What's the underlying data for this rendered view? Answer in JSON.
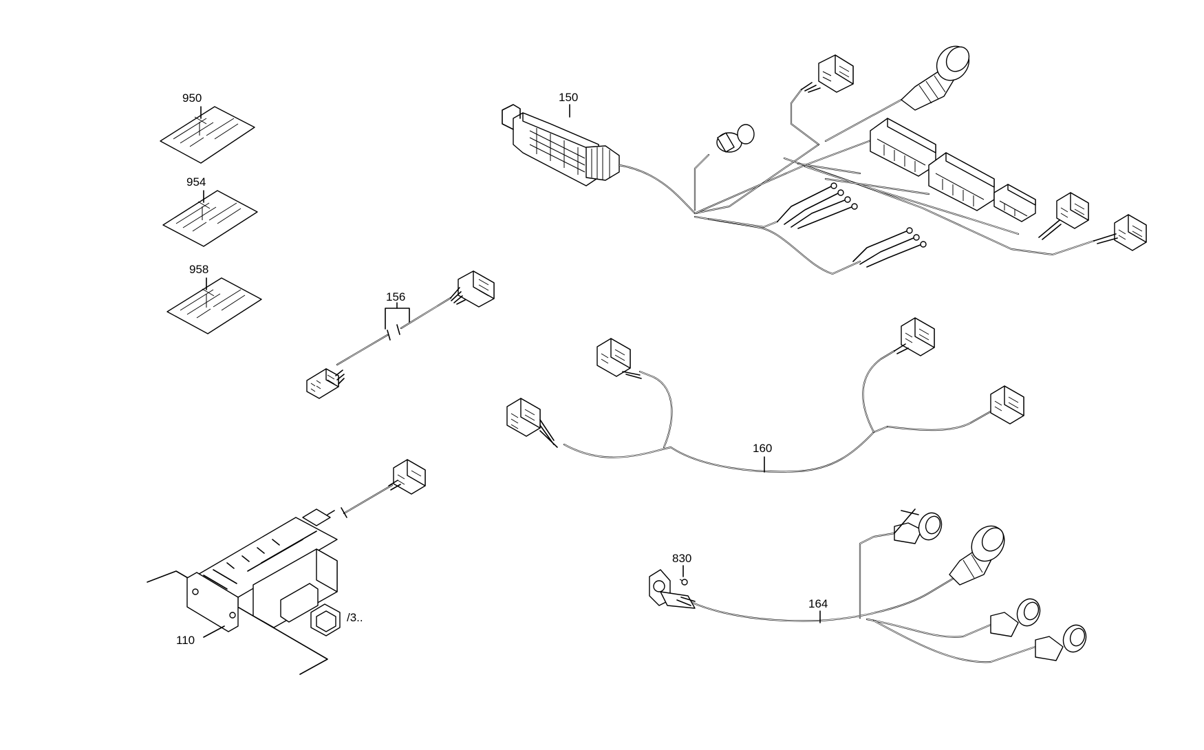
{
  "diagram": {
    "labels": {
      "p950": "950",
      "p954": "954",
      "p958": "958",
      "p156": "156",
      "p150": "150",
      "p160": "160",
      "p830": "830",
      "p164": "164",
      "p110": "110",
      "ref3": "/3.."
    }
  }
}
